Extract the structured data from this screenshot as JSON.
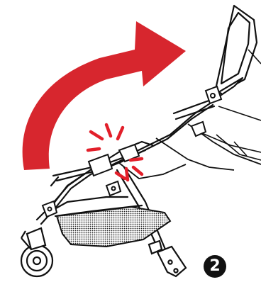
{
  "diagram": {
    "step_number": "2",
    "arrow_direction": "clockwise",
    "colors": {
      "arrow": "#d7262e",
      "click_marks": "#e21f2a",
      "outline": "#111111",
      "badge": "#111111",
      "badge_text": "#ffffff"
    },
    "icons": [
      "rotation-arrow-icon",
      "click-indicator-icon",
      "stroller-illustration"
    ]
  }
}
